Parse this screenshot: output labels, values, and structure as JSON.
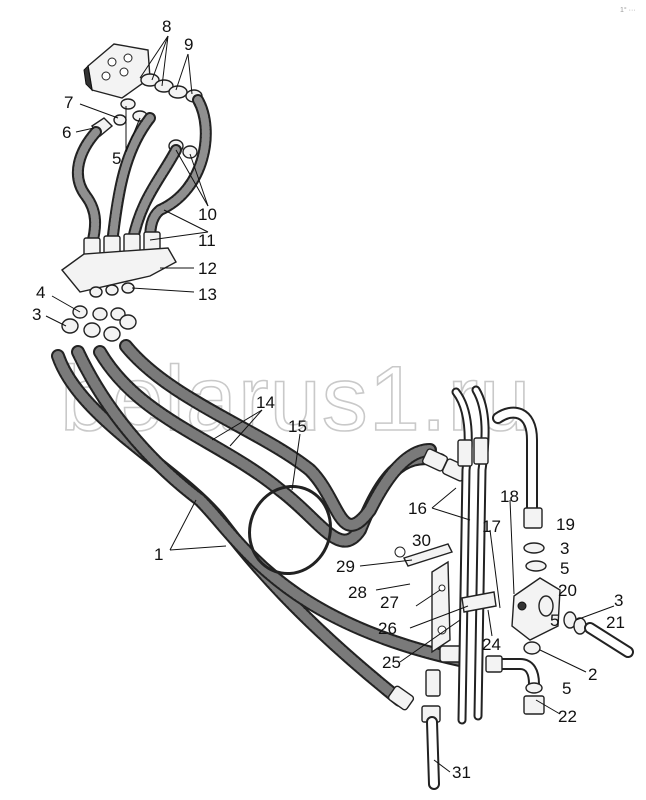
{
  "watermark": "belarus1.ru",
  "corner_mark": "1° ···",
  "callouts": [
    {
      "id": "c8",
      "text": "8"
    },
    {
      "id": "c9",
      "text": "9"
    },
    {
      "id": "c7",
      "text": "7"
    },
    {
      "id": "c6",
      "text": "6"
    },
    {
      "id": "c5a",
      "text": "5"
    },
    {
      "id": "c10",
      "text": "10"
    },
    {
      "id": "c11",
      "text": "11"
    },
    {
      "id": "c12",
      "text": "12"
    },
    {
      "id": "c13",
      "text": "13"
    },
    {
      "id": "c4",
      "text": "4"
    },
    {
      "id": "c3a",
      "text": "3"
    },
    {
      "id": "c14",
      "text": "14"
    },
    {
      "id": "c15",
      "text": "15"
    },
    {
      "id": "c1",
      "text": "1"
    },
    {
      "id": "c16",
      "text": "16"
    },
    {
      "id": "c18",
      "text": "18"
    },
    {
      "id": "c19",
      "text": "19"
    },
    {
      "id": "c30",
      "text": "30"
    },
    {
      "id": "c17",
      "text": "17"
    },
    {
      "id": "c3b",
      "text": "3"
    },
    {
      "id": "c5b",
      "text": "5"
    },
    {
      "id": "c29",
      "text": "29"
    },
    {
      "id": "c20",
      "text": "20"
    },
    {
      "id": "c28",
      "text": "28"
    },
    {
      "id": "c3c",
      "text": "3"
    },
    {
      "id": "c27",
      "text": "27"
    },
    {
      "id": "c5c",
      "text": "5"
    },
    {
      "id": "c21",
      "text": "21"
    },
    {
      "id": "c26",
      "text": "26"
    },
    {
      "id": "c24",
      "text": "24"
    },
    {
      "id": "c25",
      "text": "25"
    },
    {
      "id": "c2",
      "text": "2"
    },
    {
      "id": "c5d",
      "text": "5"
    },
    {
      "id": "c22",
      "text": "22"
    },
    {
      "id": "c31",
      "text": "31"
    }
  ]
}
